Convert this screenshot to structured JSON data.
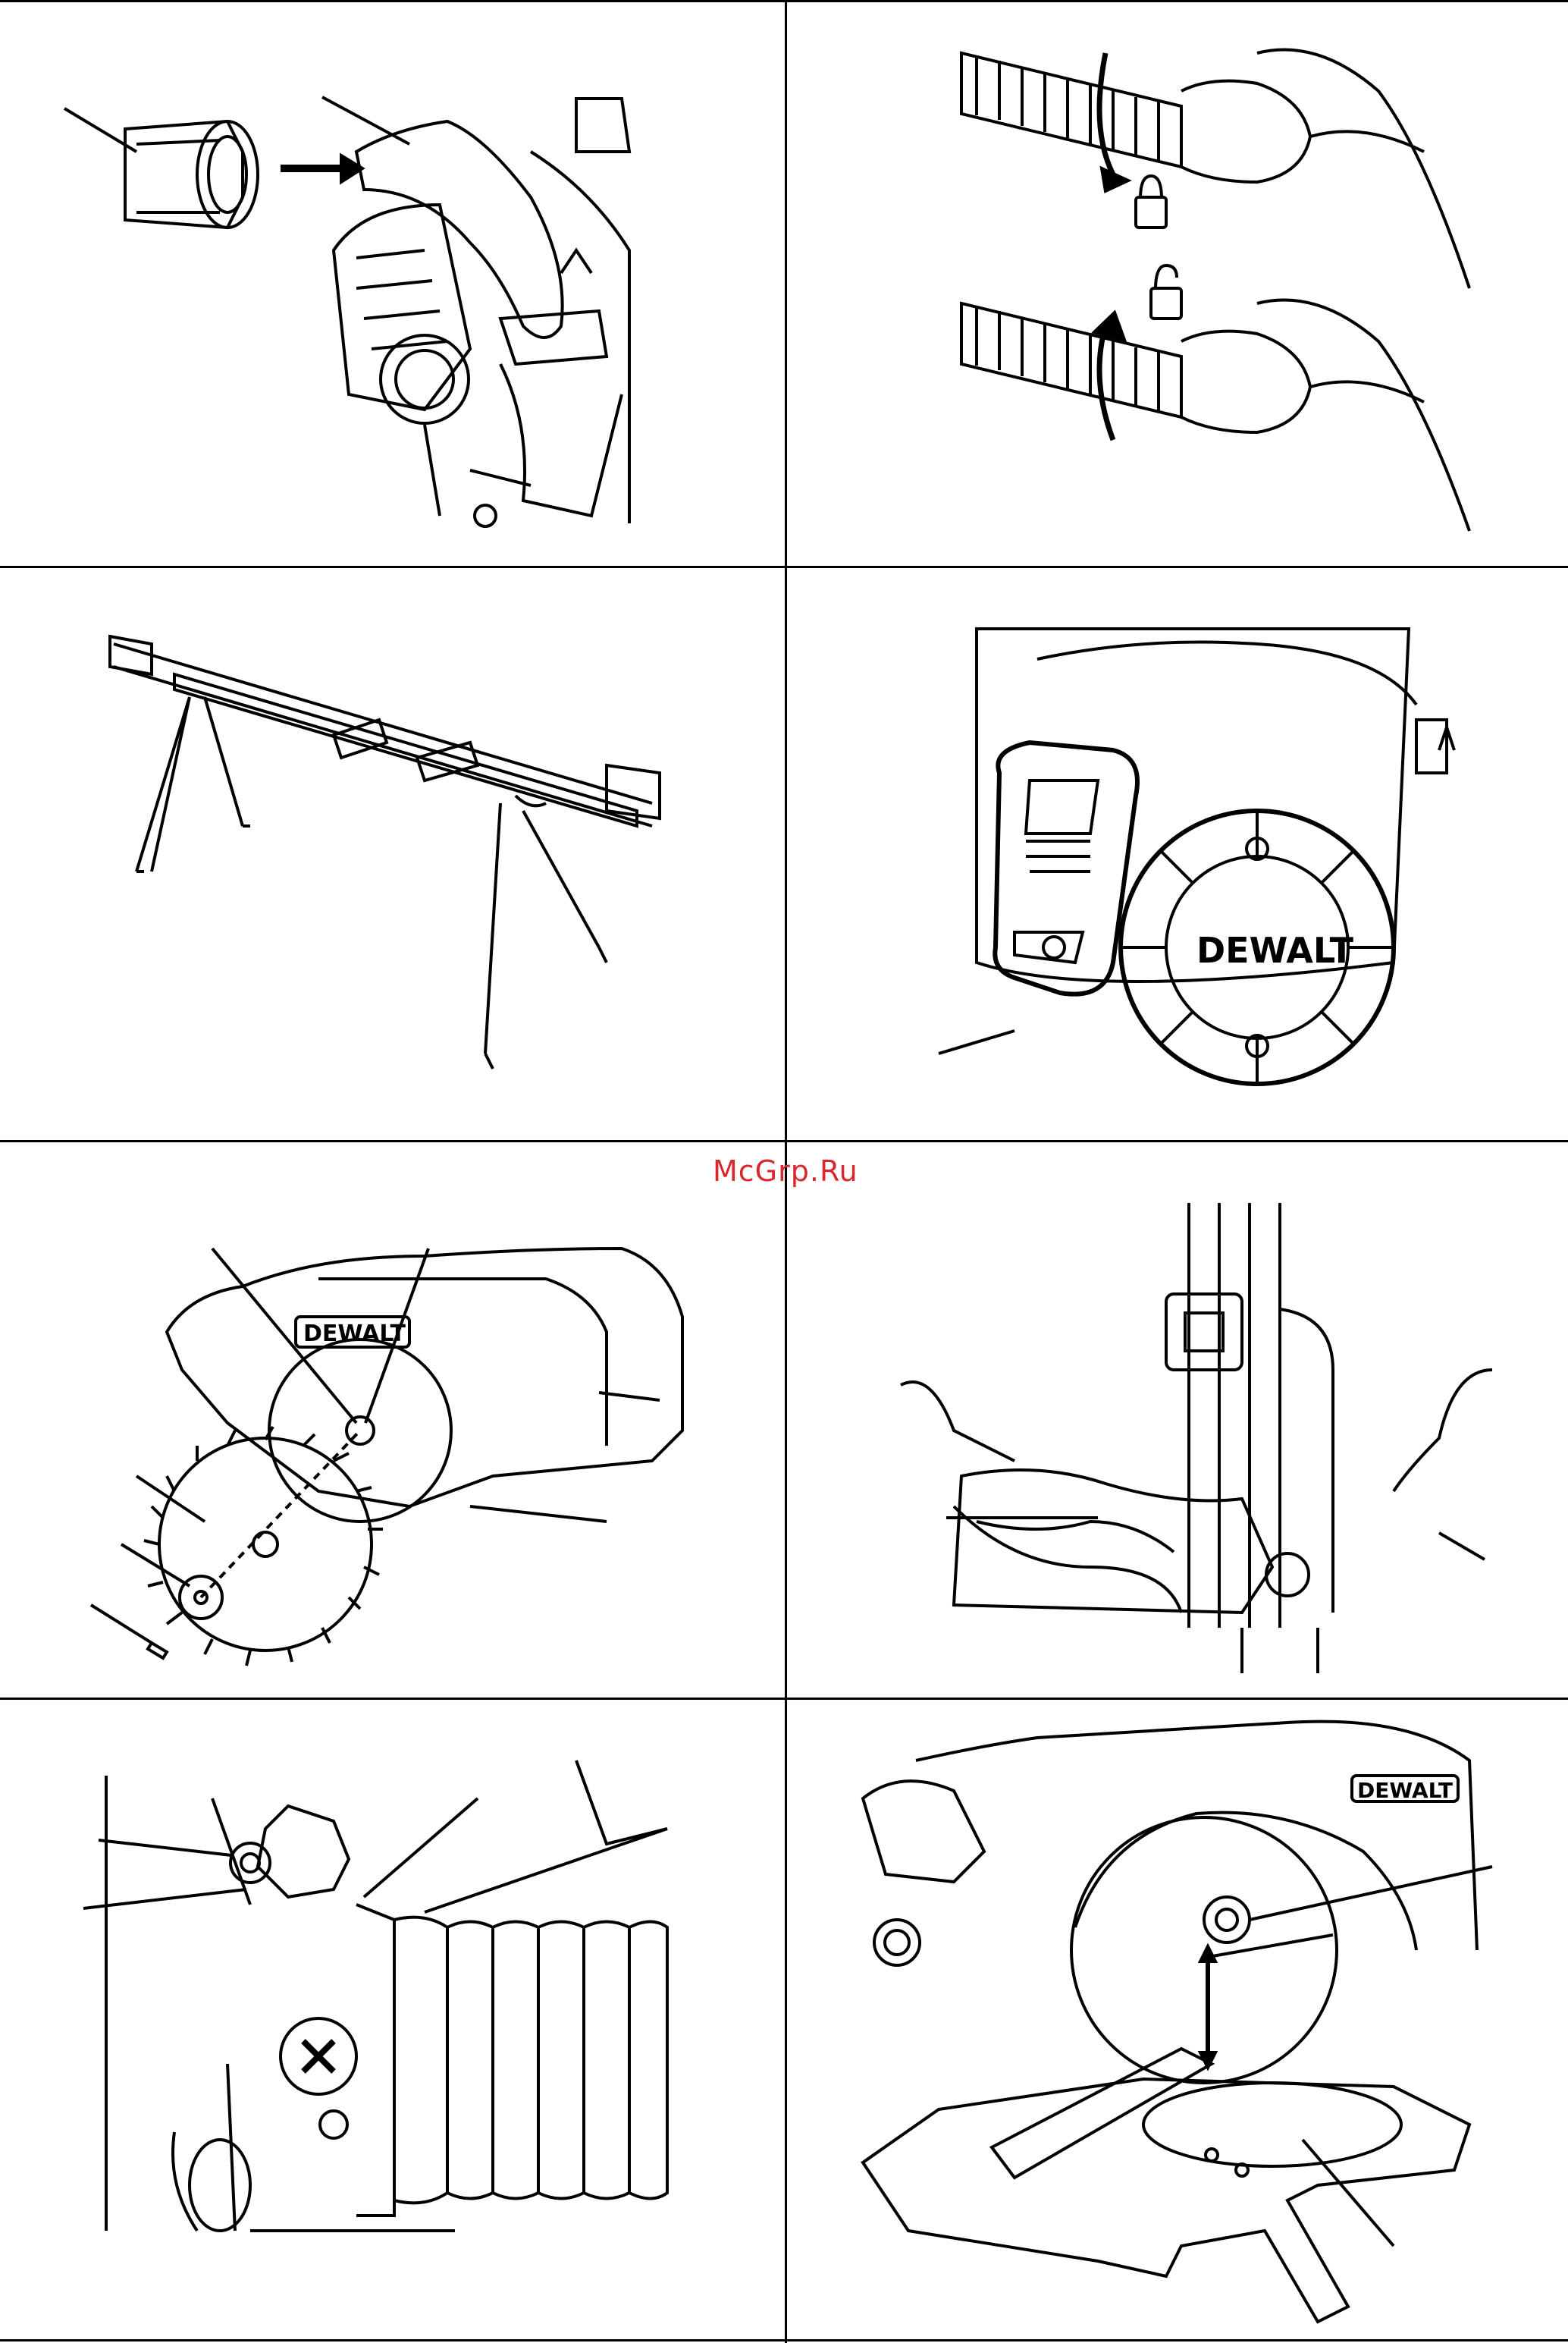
{
  "watermark": {
    "text": "McGrp.Ru",
    "color": "#d9272e"
  },
  "brand_logo_text": "DEWALT",
  "panels": [
    {
      "id": "hose-adapter-attach",
      "icon": "dust-port-adapter-icon"
    },
    {
      "id": "hose-lock-unlock",
      "icon": "lock-icon"
    },
    {
      "id": "miter-saw-stand",
      "icon": "stand-icon"
    },
    {
      "id": "motor-brush-cap",
      "icon": "motor-icon"
    },
    {
      "id": "blade-removal",
      "icon": "blade-icon"
    },
    {
      "id": "carry-handle-lift",
      "icon": "hands-icon"
    },
    {
      "id": "bevel-stop-screw",
      "icon": "screw-icon"
    },
    {
      "id": "blade-depth-check",
      "icon": "saw-icon"
    }
  ],
  "colors": {
    "line": "#000000",
    "background": "#ffffff"
  }
}
